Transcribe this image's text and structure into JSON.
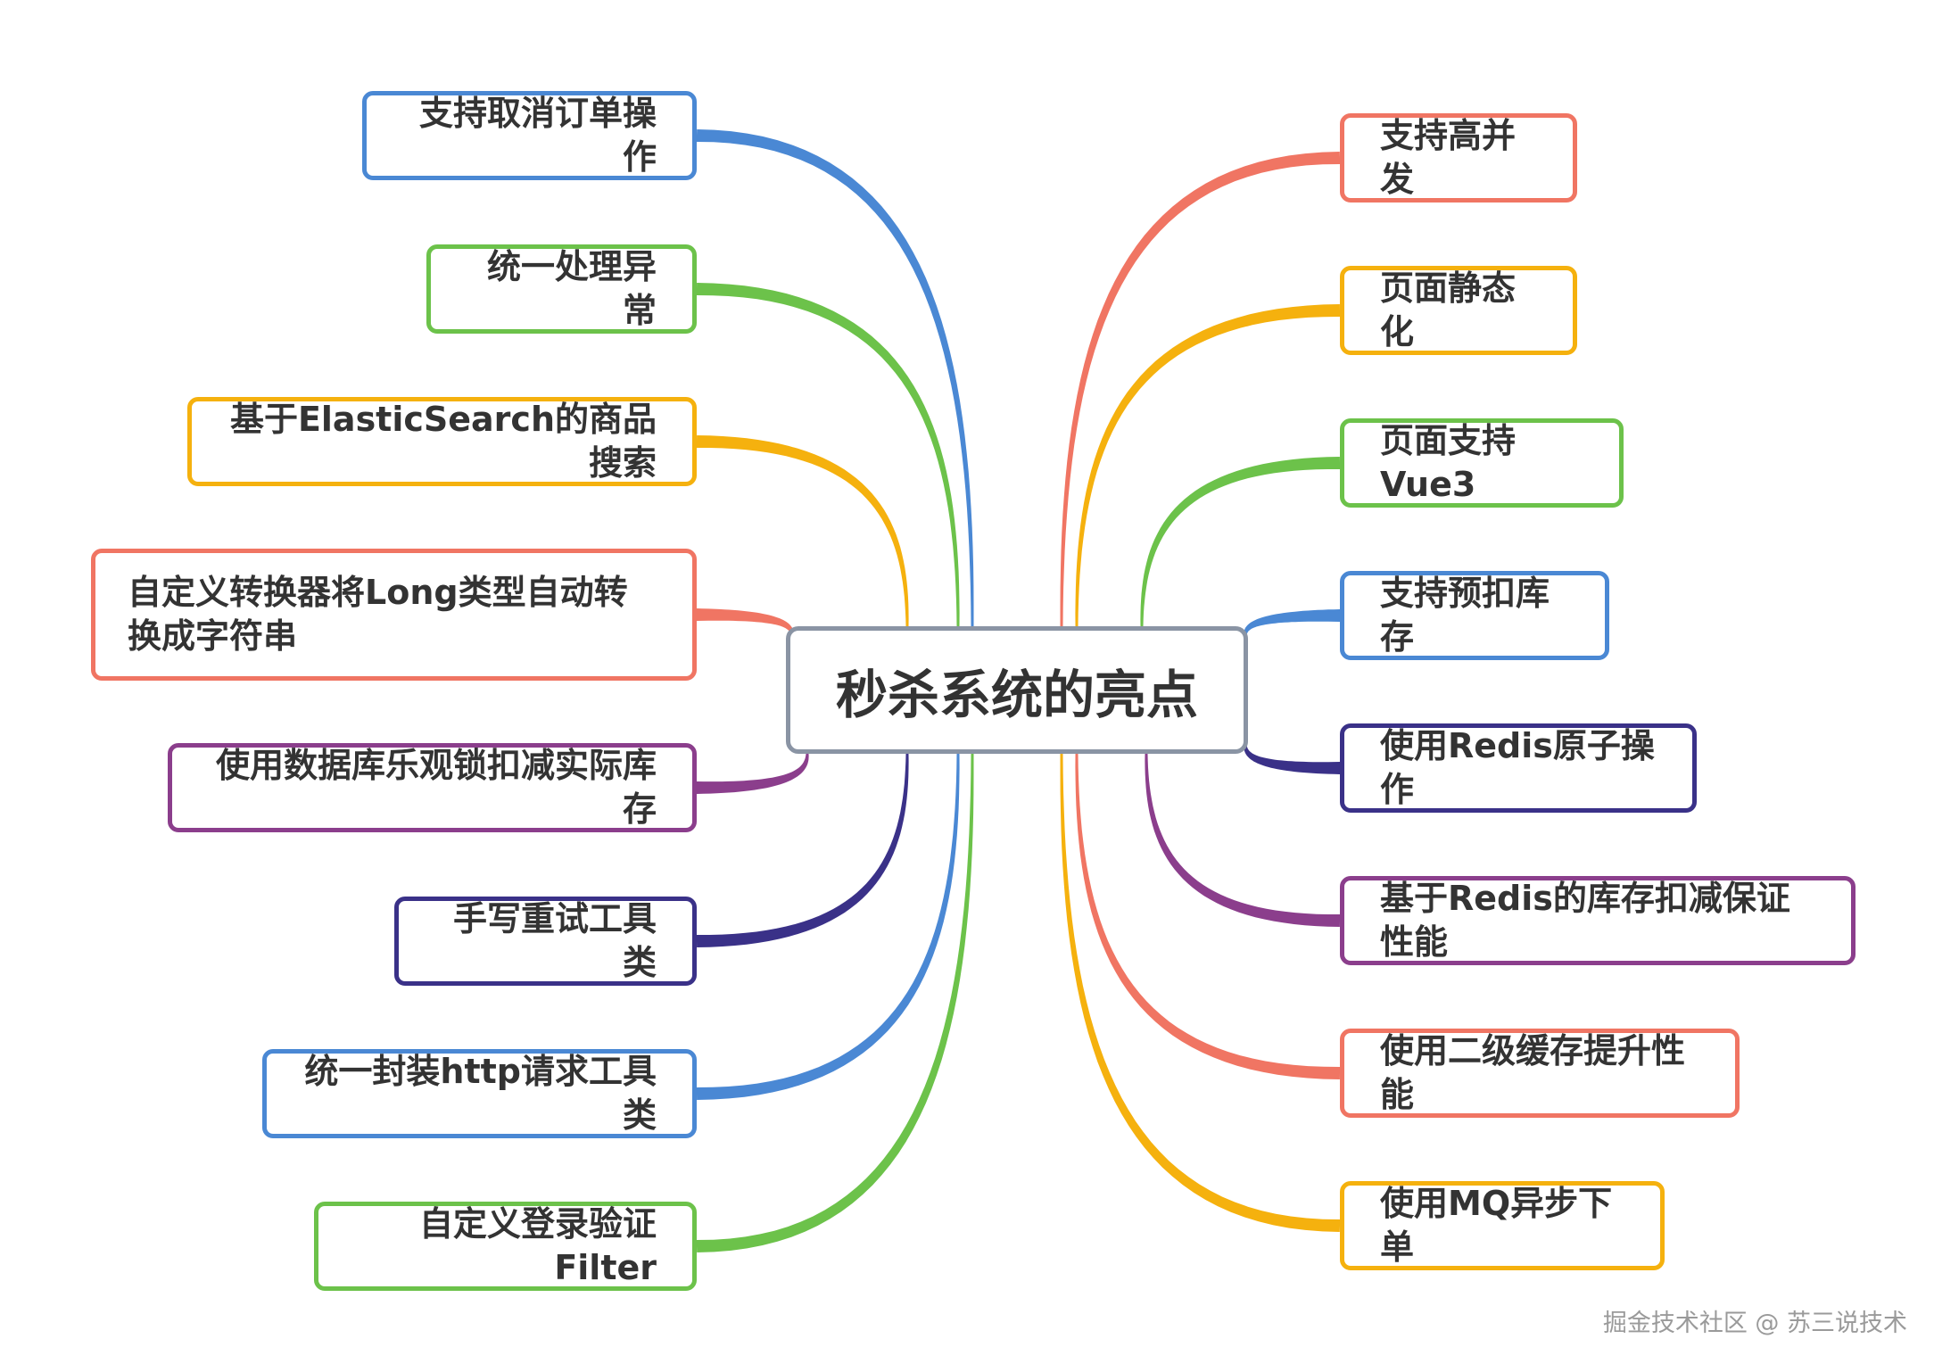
{
  "center": {
    "label": "秒杀系统的亮点",
    "border_color": "#8a94a4"
  },
  "left_branches": [
    {
      "label": "支持取消订单操作",
      "color": "#4a88d4"
    },
    {
      "label": "统一处理异常",
      "color": "#6cc24a"
    },
    {
      "label": "基于ElasticSearch的商品搜索",
      "color": "#f5b10e"
    },
    {
      "label": "自定义转换器将Long类型自动转换成字符串",
      "color": "#f07563"
    },
    {
      "label": "使用数据库乐观锁扣减实际库存",
      "color": "#8b3e8c"
    },
    {
      "label": "手写重试工具类",
      "color": "#3a3188"
    },
    {
      "label": "统一封装http请求工具类",
      "color": "#4a88d4"
    },
    {
      "label": "自定义登录验证Filter",
      "color": "#6cc24a"
    }
  ],
  "right_branches": [
    {
      "label": "支持高并发",
      "color": "#f07563"
    },
    {
      "label": "页面静态化",
      "color": "#f5b10e"
    },
    {
      "label": "页面支持Vue3",
      "color": "#6cc24a"
    },
    {
      "label": "支持预扣库存",
      "color": "#4a88d4"
    },
    {
      "label": "使用Redis原子操作",
      "color": "#3a3188"
    },
    {
      "label": "基于Redis的库存扣减保证性能",
      "color": "#8b3e8c"
    },
    {
      "label": "使用二级缓存提升性能",
      "color": "#f07563"
    },
    {
      "label": "使用MQ异步下单",
      "color": "#f5b10e"
    }
  ],
  "watermark": "掘金技术社区 @ 苏三说技术"
}
